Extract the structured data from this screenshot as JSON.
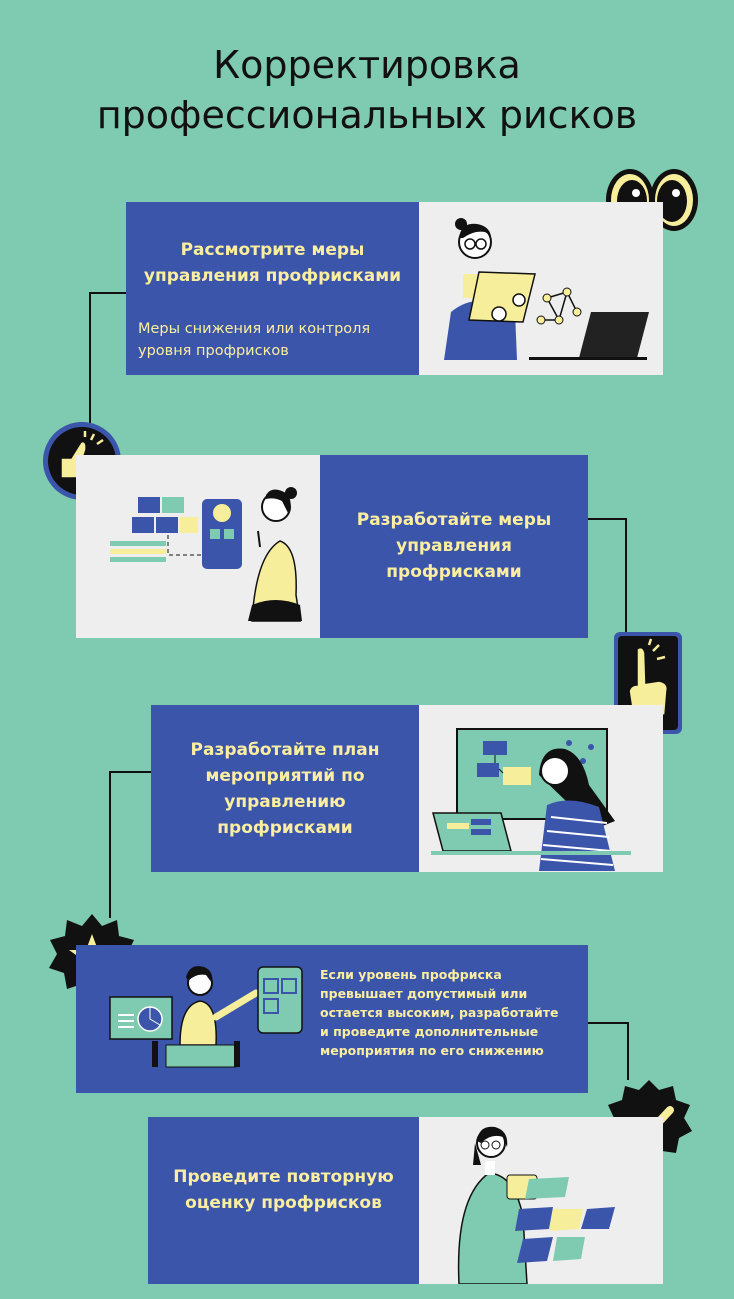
{
  "title": {
    "line1": "Корректировка",
    "line2": "профессиональных рисков"
  },
  "steps": [
    {
      "heading": "Рассмотрите меры управления профрисками",
      "subtext": "Меры снижения или контроля уровня профрисков",
      "badge_icon": "thumbs-up-icon"
    },
    {
      "heading": "Разработайте меры управления профрисками",
      "badge_icon": "pointing-finger-icon"
    },
    {
      "heading": "Разработайте план мероприятий по управлению профрисками",
      "badge_icon": "star-icon"
    },
    {
      "heading": "Если уровень профриска превышает допустимый или остается высоким, разработайте и проведите дополнительные мероприятия по его снижению",
      "badge_icon": "check-badge-icon"
    },
    {
      "heading": "Проведите повторную оценку профрисков"
    }
  ],
  "decor": {
    "eyes_icon": "eyes-icon"
  },
  "colors": {
    "background": "#7ecbb1",
    "card_blue": "#3b55ab",
    "text_yellow": "#fbeea0",
    "card_gray": "#eeeeee"
  }
}
